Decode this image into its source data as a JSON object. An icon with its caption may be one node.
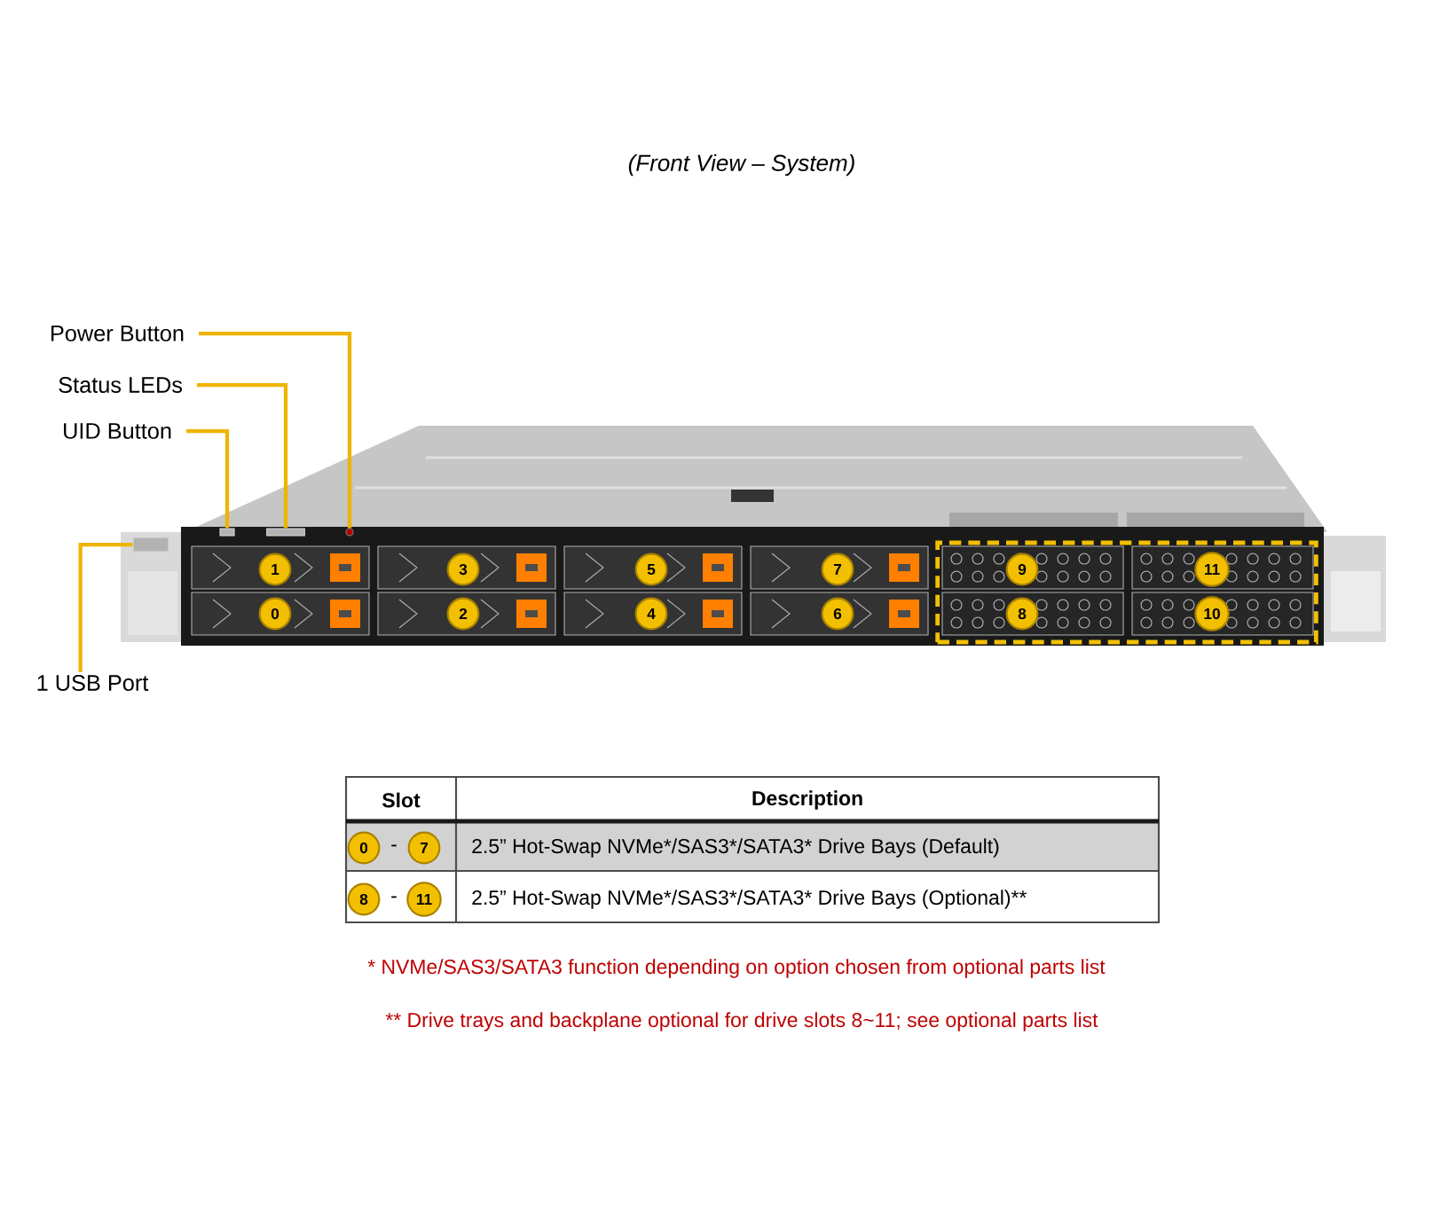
{
  "diagram": {
    "title": "(Front View – System)",
    "nodes": [
      {
        "text": [
          "Power Button"
        ]
      },
      {
        "text": [
          "Status LEDs"
        ]
      },
      {
        "text": [
          "UID Button"
        ]
      },
      {
        "text": [
          "1 USB Port"
        ]
      },
      {
        "text": [],
        "shape": "circle"
      },
      {
        "text": [],
        "shape": "box"
      },
      {
        "text": [],
        "shape": "box"
      },
      {
        "text": [],
        "shape": "box"
      },
      {
        "text": [],
        "shape": "box"
      },
      {
        "text": [
          "1"
        ]
      },
      {
        "text": [
          "3"
        ]
      },
      {
        "text": [
          "5"
        ]
      },
      {
        "text": [
          "7"
        ]
      },
      {
        "text": [
          "9"
        ],
        "in": 8
      },
      {
        "text": [
          "11"
        ],
        "in": 8
      },
      {
        "text": [
          "0"
        ]
      },
      {
        "text": [
          "2"
        ]
      },
      {
        "text": [
          "4"
        ]
      },
      {
        "text": [
          "6"
        ]
      },
      {
        "text": [
          "8"
        ],
        "in": 8
      },
      {
        "text": [
          "10"
        ],
        "in": 8
      },
      {
        "text": [
          "0"
        ]
      },
      {
        "text": [
          "7"
        ]
      },
      {
        "text": [
          "8"
        ]
      },
      {
        "text": [
          "11"
        ]
      }
    ],
    "edges": [
      {
        "from": 0,
        "to": 4,
        "arrow": "none"
      },
      {
        "from": 1,
        "to": 5,
        "arrow": "none"
      },
      {
        "from": 2,
        "to": 6,
        "arrow": "none"
      },
      {
        "from": 3,
        "to": 7,
        "arrow": "none"
      }
    ],
    "labels": [
      "Slot",
      "Description",
      "-",
      "2.5” Hot-Swap NVMe*/SAS3*/SATA3* Drive Bays (Default)",
      "-",
      "2.5” Hot-Swap NVMe*/SAS3*/SATA3* Drive Bays (Optional)**",
      "* NVMe/SAS3/SATA3 function depending on option chosen from optional parts list",
      "** Drive trays and backplane optional for drive slots 8~11; see optional parts list"
    ]
  }
}
